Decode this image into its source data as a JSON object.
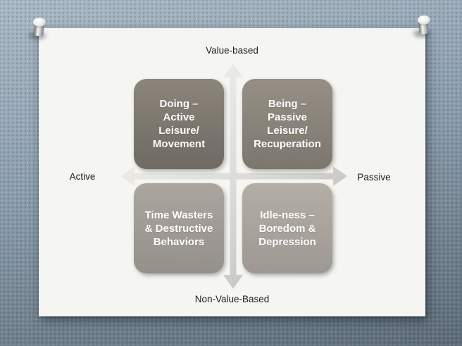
{
  "diagram": {
    "axes": {
      "top": "Value-based",
      "bottom": "Non-Value-Based",
      "left": "Active",
      "right": "Passive"
    },
    "quadrants": [
      {
        "position": "top-left",
        "label": "Doing –\nActive\nLeisure/\nMovement",
        "color_top": "#8b857b",
        "color_bottom": "#6f6a62"
      },
      {
        "position": "top-right",
        "label": "Being –\nPassive\nLeisure/\nRecuperation",
        "color_top": "#958f85",
        "color_bottom": "#7c776e"
      },
      {
        "position": "bottom-left",
        "label": "Time Wasters\n& Destructive\nBehaviors",
        "color_top": "#aba69e",
        "color_bottom": "#94908a"
      },
      {
        "position": "bottom-right",
        "label": "Idle-ness –\nBoredom &\nDepression",
        "color_top": "#b3afa7",
        "color_bottom": "#9d9992"
      }
    ]
  },
  "colors": {
    "board_top": "#a9b8c5",
    "board_mid": "#8b9dac",
    "board_bottom": "#5c6b77",
    "paper": "#f5f5f2",
    "arrow": "#dcdbd7",
    "axis_text": "#1d1d1b",
    "quadrant_text": "#ffffff"
  }
}
